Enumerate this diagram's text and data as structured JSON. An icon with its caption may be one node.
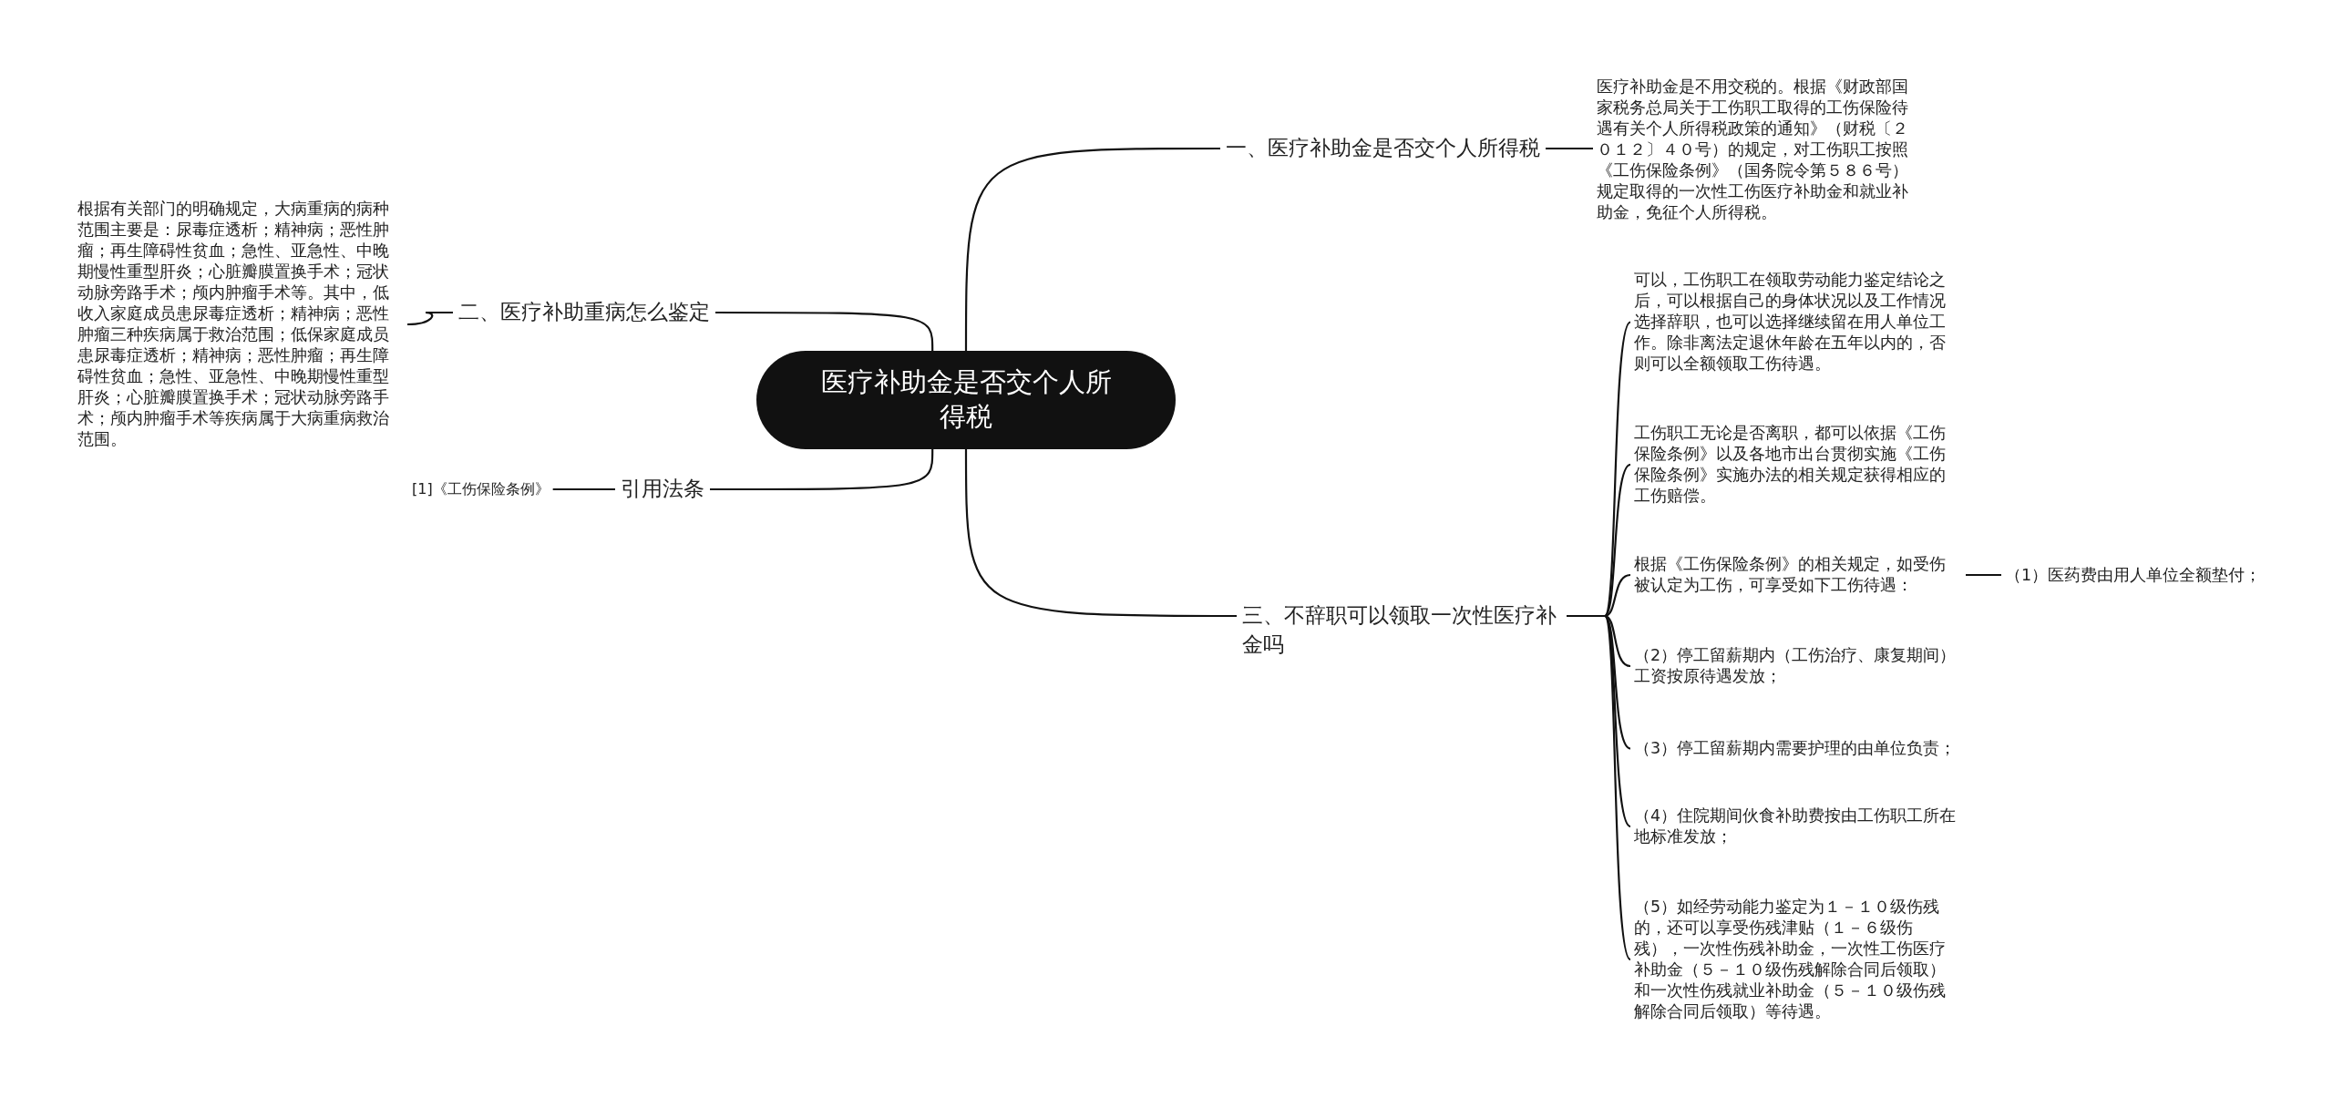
{
  "diagram": {
    "nodes": [
      {
        "text": [
          "医疗补助金是否交个人所得税"
        ]
      },
      {
        "text": [
          "一、医疗补助金是否交个人所得税"
        ]
      },
      {
        "text": [
          "医疗补助金是不用交税的。根据《财政部国家税务总局关于工伤职工取得的工伤保险待遇有关个人所得税政策的通知》（财税〔２０１２〕４０号）的规定，对工伤职工按照《工伤保险条例》（国务院令第５８６号）规定取得的一次性工伤医疗补助金和就业补助金，免征个人所得税。"
        ]
      },
      {
        "text": [
          "二、医疗补助重病怎么鉴定"
        ]
      },
      {
        "text": [
          "根据有关部门的明确规定，大病重病的病种范围主要是：尿毒症透析；精神病；恶性肿瘤；再生障碍性贫血；急性、亚急性、中晚期慢性重型肝炎；心脏瓣膜置换手术；冠状动脉旁路手术；颅内肿瘤手术等。其中，低收入家庭成员患尿毒症透析；精神病；恶性肿瘤三种疾病属于救治范围；低保家庭成员患尿毒症透析；精神病；恶性肿瘤；再生障碍性贫血；急性、亚急性、中晚期慢性重型肝炎；心脏瓣膜置换手术；冠状动脉旁路手术；颅内肿瘤手术等疾病属于大病重病救治范围。"
        ]
      },
      {
        "text": [
          "引用法条"
        ]
      },
      {
        "text": [
          "[1]《工伤保险条例》"
        ]
      },
      {
        "text": [
          "三、不辞职可以领取一次性医疗补金吗"
        ]
      },
      {
        "text": [
          "可以，工伤职工在领取劳动能力鉴定结论之后，可以根据自己的身体状况以及工作情况选择辞职，也可以选择继续留在用人单位工作。除非离法定退休年龄在五年以内的，否则可以全额领取工伤待遇。"
        ]
      },
      {
        "text": [
          "工伤职工无论是否离职，都可以依据《工伤保险条例》以及各地市出台贯彻实施《工伤保险条例》实施办法的相关规定获得相应的工伤赔偿。"
        ]
      },
      {
        "text": [
          "根据《工伤保险条例》的相关规定，如受伤被认定为工伤，可享受如下工伤待遇："
        ]
      },
      {
        "text": [
          "（1）医药费由用人单位全额垫付；"
        ]
      },
      {
        "text": [
          "（2）停工留薪期内（工伤治疗、康复期间）工资按原待遇发放；"
        ]
      },
      {
        "text": [
          "（3）停工留薪期内需要护理的由单位负责；"
        ]
      },
      {
        "text": [
          "（4）住院期间伙食补助费按由工伤职工所在地标准发放；"
        ]
      },
      {
        "text": [
          "（5）如经劳动能力鉴定为１－１０级伤残的，还可以享受伤残津贴（１－６级伤残），一次性伤残补助金，一次性工伤医疗补助金（５－１０级伤残解除合同后领取）和一次性伤残就业补助金（５－１０级伤残解除合同后领取）等待遇。"
        ]
      }
    ],
    "edges": [
      {
        "from": 0,
        "to": 1,
        "arrow": "none"
      },
      {
        "from": 1,
        "to": 2,
        "arrow": "none"
      },
      {
        "from": 0,
        "to": 3,
        "arrow": "none"
      },
      {
        "from": 3,
        "to": 4,
        "arrow": "none"
      },
      {
        "from": 0,
        "to": 5,
        "arrow": "none"
      },
      {
        "from": 5,
        "to": 6,
        "arrow": "none"
      },
      {
        "from": 0,
        "to": 7,
        "arrow": "none"
      },
      {
        "from": 7,
        "to": 8,
        "arrow": "none"
      },
      {
        "from": 7,
        "to": 9,
        "arrow": "none"
      },
      {
        "from": 7,
        "to": 10,
        "arrow": "none"
      },
      {
        "from": 10,
        "to": 11,
        "arrow": "none"
      },
      {
        "from": 7,
        "to": 12,
        "arrow": "none"
      },
      {
        "from": 7,
        "to": 13,
        "arrow": "none"
      },
      {
        "from": 7,
        "to": 14,
        "arrow": "none"
      },
      {
        "from": 7,
        "to": 15,
        "arrow": "none"
      }
    ]
  }
}
